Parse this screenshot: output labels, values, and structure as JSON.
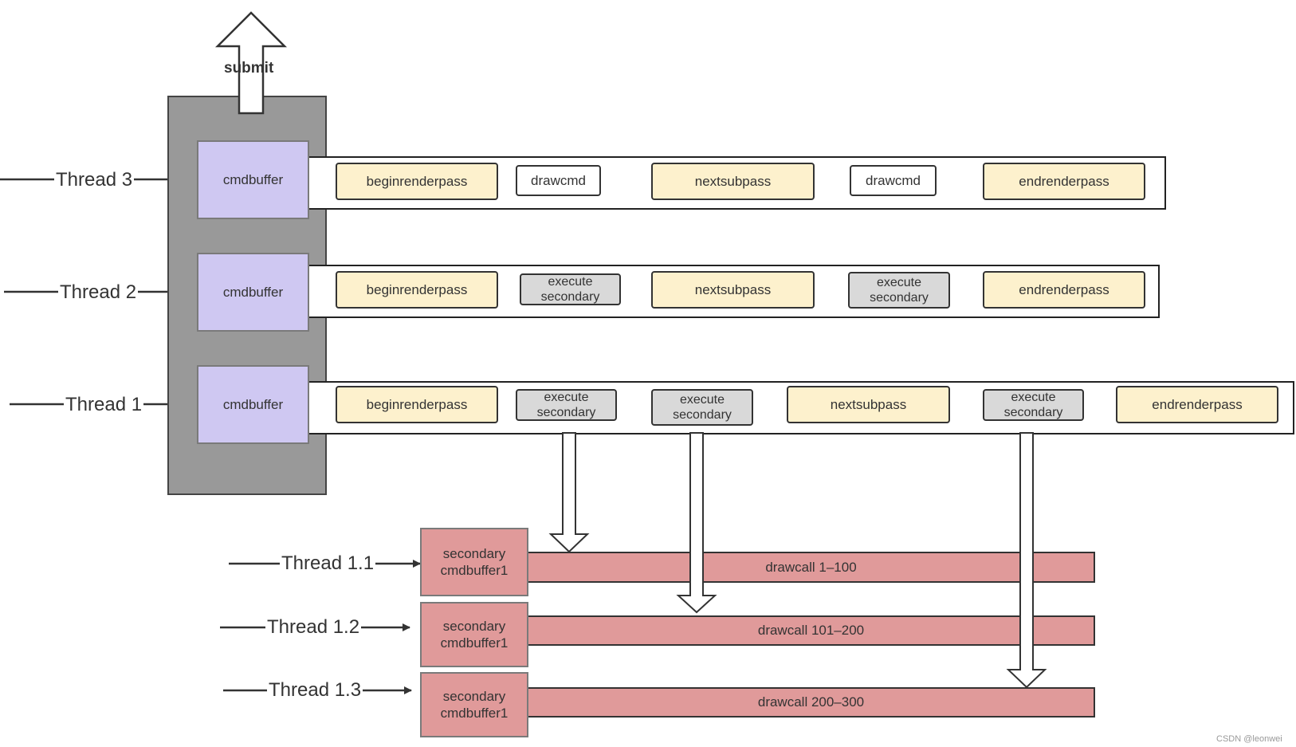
{
  "submit_label": "submit",
  "threads": [
    {
      "label": "Thread 3",
      "cmdbuffer": "cmdbuffer",
      "commands": [
        "beginrenderpass",
        "drawcmd",
        "nextsubpass",
        "drawcmd",
        "endrenderpass"
      ]
    },
    {
      "label": "Thread 2",
      "cmdbuffer": "cmdbuffer",
      "commands": [
        "beginrenderpass",
        "execute secondary",
        "nextsubpass",
        "execute secondary",
        "endrenderpass"
      ]
    },
    {
      "label": "Thread 1",
      "cmdbuffer": "cmdbuffer",
      "commands": [
        "beginrenderpass",
        "execute secondary",
        "execute secondary",
        "nextsubpass",
        "execute secondary",
        "endrenderpass"
      ]
    }
  ],
  "secondary_threads": [
    {
      "label": "Thread 1.1",
      "buffer": "secondary\ncmdbuffer1",
      "drawcalls": "drawcall 1–100"
    },
    {
      "label": "Thread 1.2",
      "buffer": "secondary\ncmdbuffer1",
      "drawcalls": "drawcall 101–200"
    },
    {
      "label": "Thread 1.3",
      "buffer": "secondary\ncmdbuffer1",
      "drawcalls": "drawcall 200–300"
    }
  ],
  "watermark": "CSDN @leonwei",
  "colors": {
    "primary_cmdbuffer": "#cfc8f2",
    "renderpass_cmd": "#fdf1cd",
    "execute_secondary": "#d9d9d9",
    "secondary_cmdbuffer": "#e09a9a",
    "submit_panel": "#999999"
  }
}
